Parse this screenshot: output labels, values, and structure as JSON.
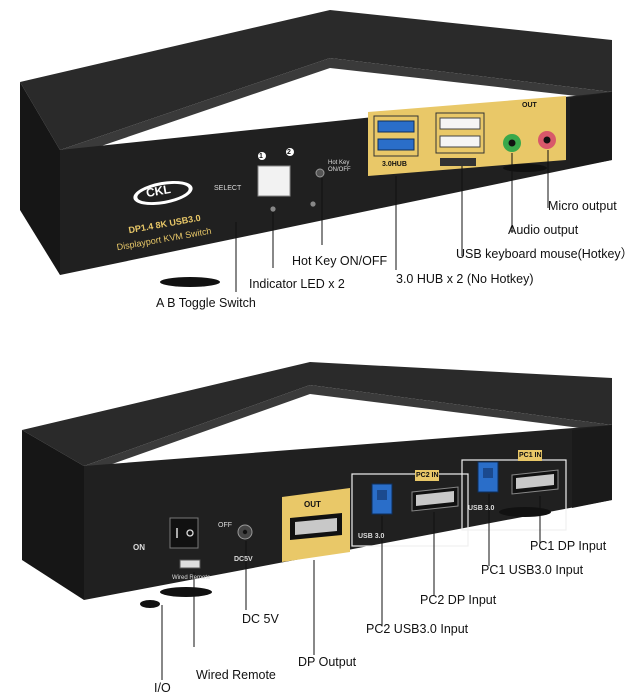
{
  "front": {
    "brand_logo": "CKL",
    "model_line_1": "DP1.4  8K  USB3.0",
    "model_line_2": "Displayport KVM Switch",
    "port_labels": {
      "select": "SELECT",
      "port_1": "1",
      "port_2": "2",
      "hot_key": "Hot Key ON/OFF",
      "hub": "3.0HUB",
      "out": "OUT"
    },
    "callouts": {
      "micro_output": "Micro output",
      "audio_output": "Audio output",
      "usb_keyboard_mouse": "USB keyboard mouse(Hotkey）",
      "hot_key_onoff": "Hot Key ON/OFF",
      "hub_ports": "3.0 HUB x 2 (No Hotkey)",
      "indicator_led": "Indicator LED x 2",
      "toggle_switch": "A B Toggle Switch"
    }
  },
  "back": {
    "port_labels": {
      "on": "ON",
      "off": "OFF",
      "dc5v": "DC5V",
      "wired_remote": "Wired Remote",
      "out": "OUT",
      "pc2_in": "PC2 IN",
      "pc1_in": "PC1 IN",
      "usb30_a": "USB 3.0",
      "usb30_b": "USB 3.0"
    },
    "callouts": {
      "pc1_dp_input": "PC1 DP Input",
      "pc1_usb_input": "PC1 USB3.0 Input",
      "pc2_dp_input": "PC2 DP Input",
      "pc2_usb_input": "PC2 USB3.0 Input",
      "dc_5v": "DC 5V",
      "dp_output": "DP Output",
      "wired_remote": "Wired Remote",
      "io": "I/O"
    }
  },
  "colors": {
    "body": "#1f1f1f",
    "top": "#2c2c2c",
    "gold": "#e9c868",
    "usb_blue": "#2a6ec9",
    "audio_green": "#3aa84b",
    "mic_pink": "#d8586a"
  }
}
